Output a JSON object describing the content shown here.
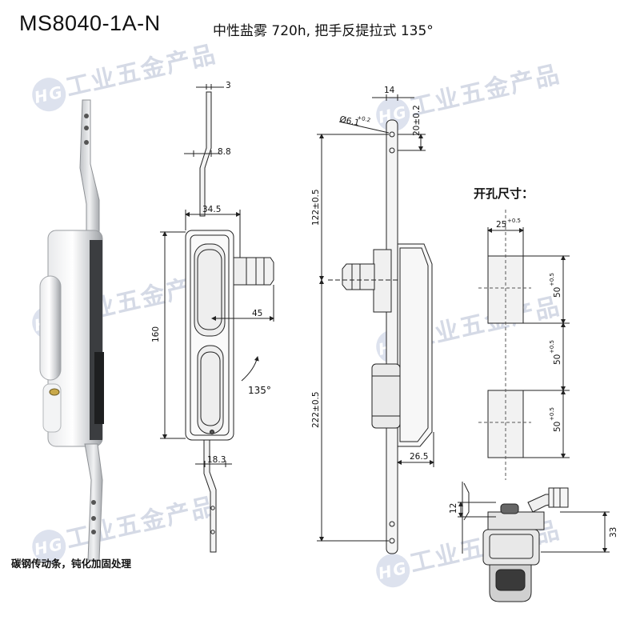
{
  "header": {
    "model": "MS8040-1A-N",
    "spec": "中性盐雾 720h, 把手反提拉式 135°"
  },
  "watermark": {
    "logo": "HG",
    "text": "工业五金产品"
  },
  "cutout": {
    "title": "开孔尺寸："
  },
  "footer": {
    "note": "碳钢传动条，钝化加固处理"
  },
  "dimensions": {
    "d3": "3",
    "d8_8": "8.8",
    "d34_5": "34.5",
    "d160": "160",
    "d45": "45",
    "angle135": "135°",
    "d18_3": "18.3",
    "d14": "14",
    "d20": "20±0.2",
    "d6_1": "Ø6.1",
    "d6_1_tol": "+0.2",
    "d122": "122±0.5",
    "d222": "222±0.5",
    "d26_5": "26.5",
    "d25": "25",
    "d25_tol": "+0.5",
    "d50a": "50",
    "d50b": "50",
    "d50c": "50",
    "d50_tol": "+0.5",
    "d12": "12",
    "d33": "33"
  }
}
